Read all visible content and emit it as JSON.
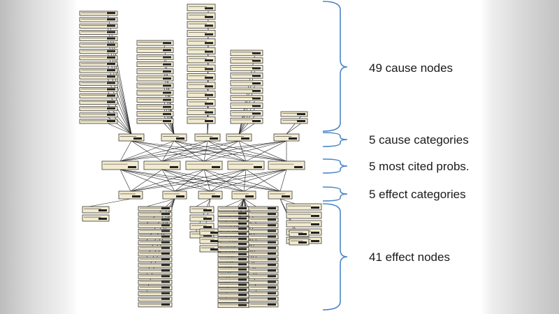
{
  "labels": {
    "cause_nodes": "49 cause nodes",
    "cause_categories": "5 cause categories",
    "most_cited": "5 most cited probs.",
    "effect_categories": "5 effect categories",
    "effect_nodes": "41 effect nodes"
  },
  "colors": {
    "node_fill": "#f3ebcf",
    "node_border": "#3a3a3a",
    "edge": "#222222",
    "brace": "#4a86c5"
  }
}
